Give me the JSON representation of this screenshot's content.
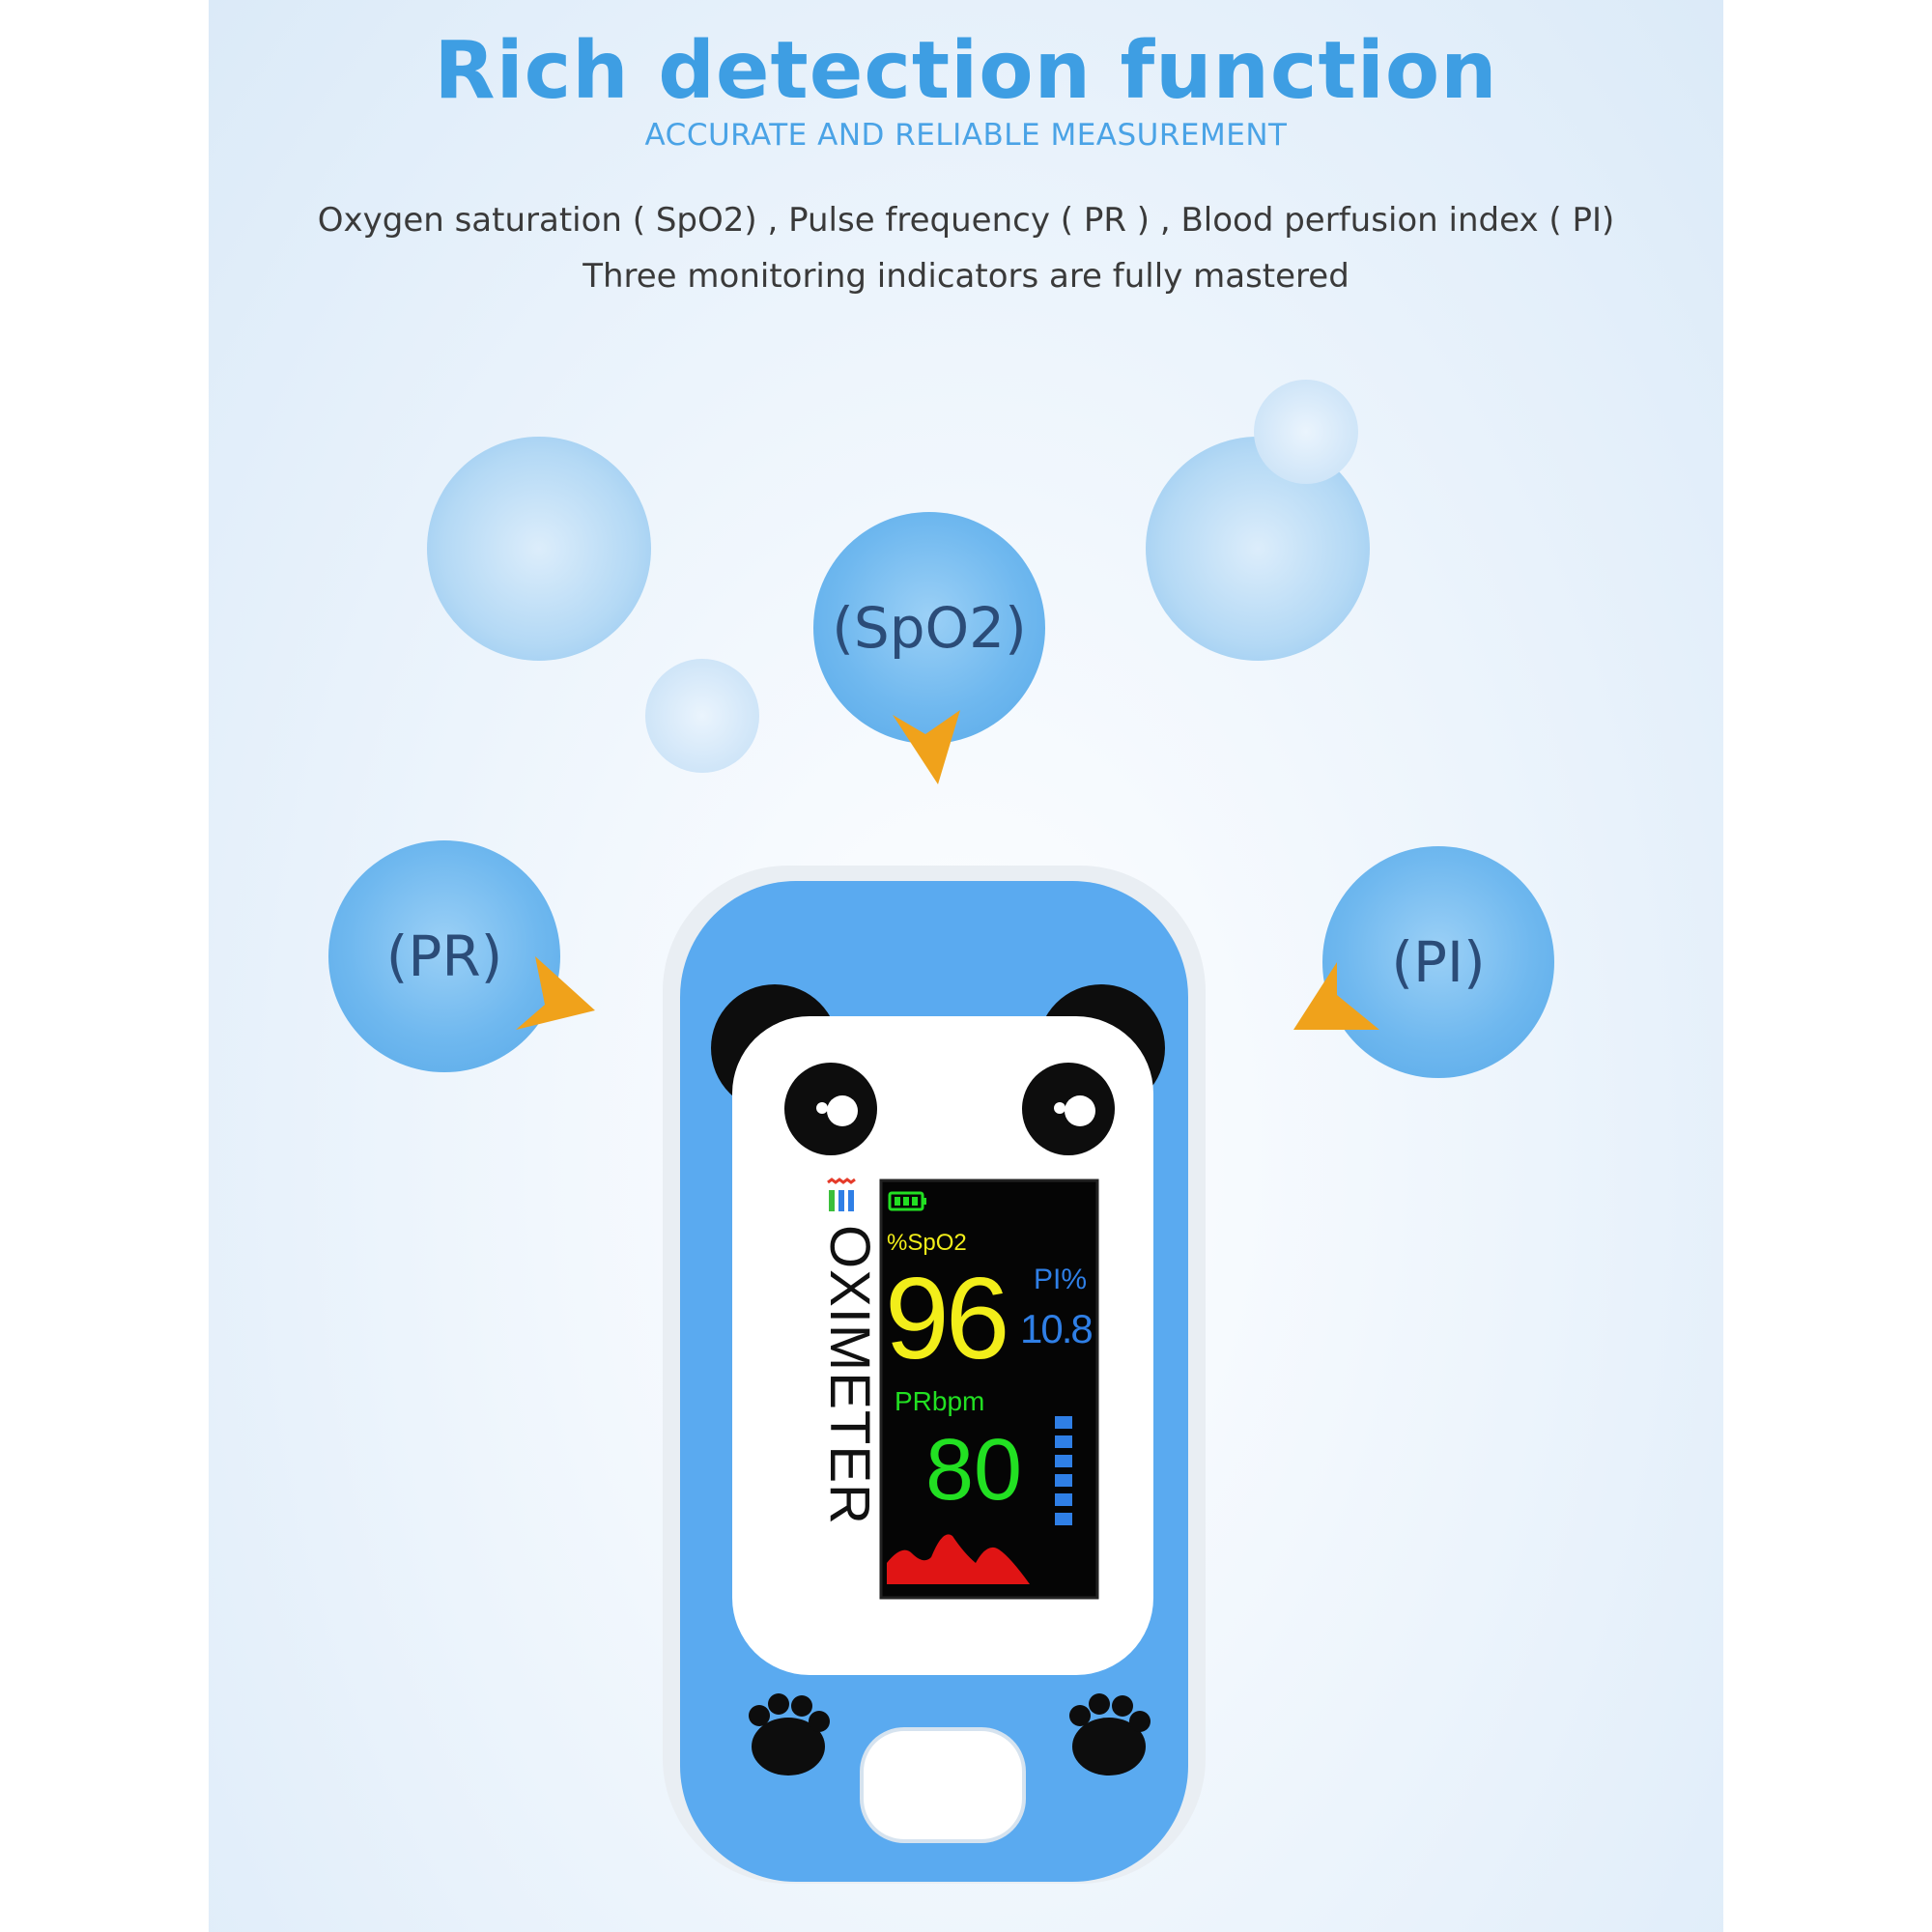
{
  "header": {
    "title": "Rich detection function",
    "subtitle": "ACCURATE AND RELIABLE MEASUREMENT",
    "desc_line1": "Oxygen saturation ( SpO2) , Pulse frequency ( PR ) , Blood perfusion index ( PI)",
    "desc_line2": "Three monitoring indicators are fully mastered"
  },
  "bubbles": {
    "spo2": "(SpO2)",
    "pr": "(PR)",
    "pi": "(PI)"
  },
  "device": {
    "brand_label": "OXIMETER",
    "spo2_label": "%SpO2",
    "spo2_value": "96",
    "pi_label": "PI%",
    "pi_value": "10.8",
    "pr_label": "PRbpm",
    "pr_value": "80",
    "pulse_bar_level": 6
  },
  "colors": {
    "title_blue": "#3e9ee3",
    "bubble_blue": "#5aaee9",
    "arrow_orange": "#f0a21b",
    "device_blue": "#5aaaf0",
    "spo2_yellow": "#f2ee1a",
    "pr_green": "#22e022",
    "pi_blue": "#2f7fe6",
    "wave_red": "#e01414"
  }
}
